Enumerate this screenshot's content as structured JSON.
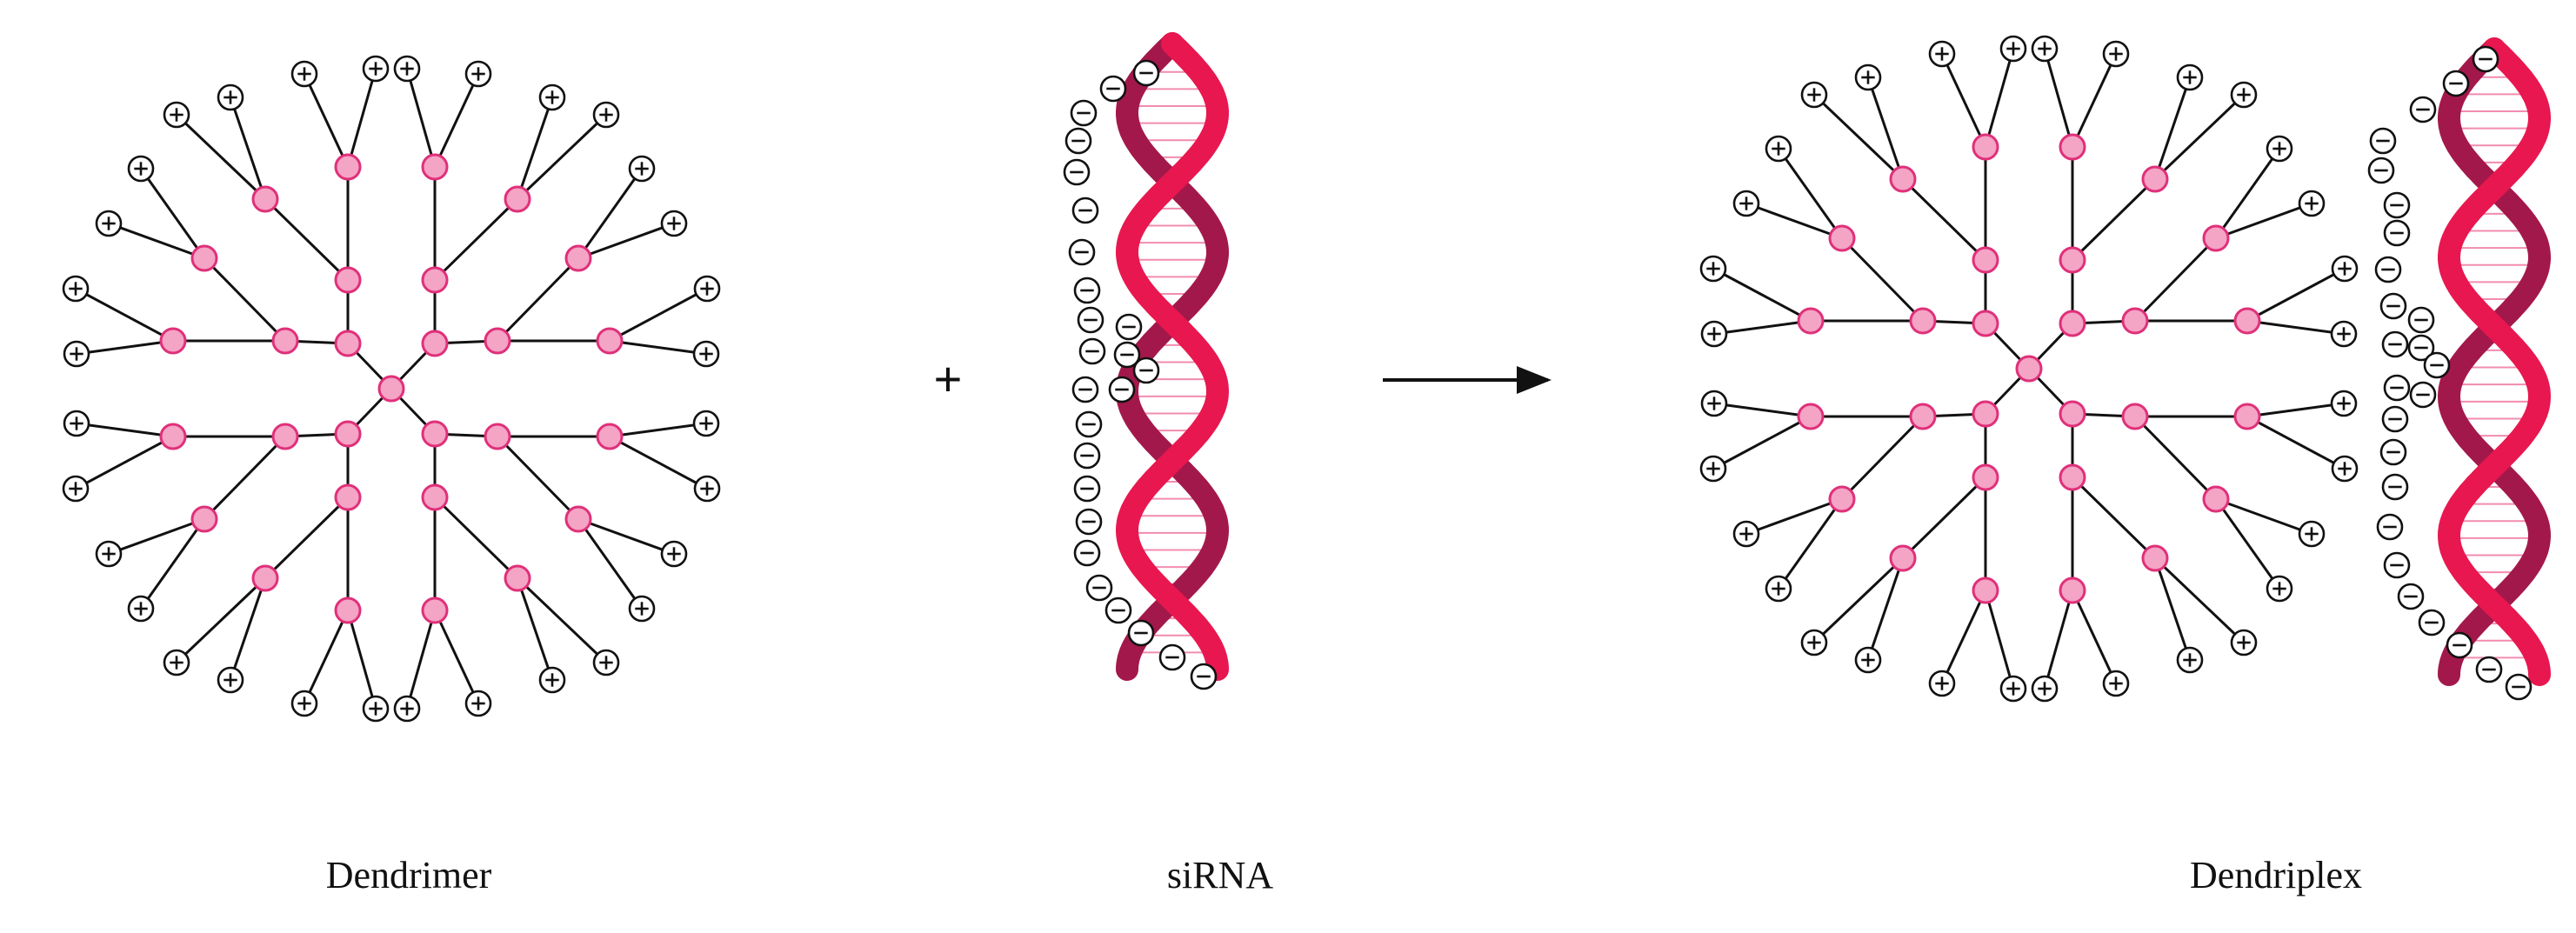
{
  "labels": {
    "dendrimer": "Dendrimer",
    "sirna": "siRNA",
    "dendriplex": "Dendriplex",
    "plus_operator": "+"
  },
  "colors": {
    "node_fill": "#f4a4c4",
    "node_stroke": "#e0307a",
    "line": "#111111",
    "helix_dark": "#a3184a",
    "helix_light": "#e8174f",
    "rung": "#f28cb0",
    "charge_stroke": "#111111"
  },
  "icons": {
    "positive_charge": "plus-circle-icon",
    "negative_charge": "minus-circle-icon",
    "reaction_arrow": "arrow-right-icon"
  }
}
